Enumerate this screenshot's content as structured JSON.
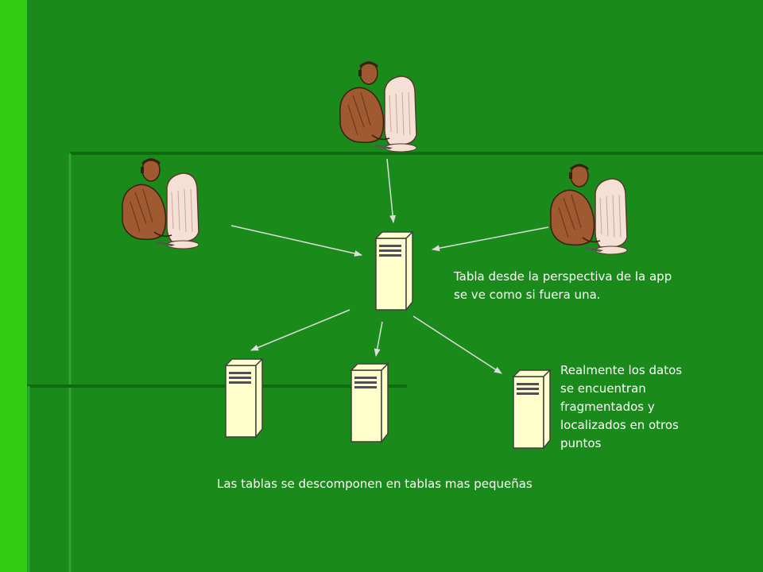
{
  "colors": {
    "background": "#1a8a1a",
    "left_stripe": "#33cc10",
    "panel_edge_dark": "#106b10",
    "panel_edge_light": "#2da82d",
    "server_face": "#ffffcc",
    "server_outline": "#404040",
    "person_skin": "#a05a32",
    "computer_body": "#f5e0d6",
    "arrow": "#dddddd",
    "text": "#ffffff"
  },
  "icons": {
    "user": "user-at-computer-icon",
    "server": "server-tower-icon"
  },
  "labels": {
    "main_table": "Tabla desde la perspectiva de la app\nse ve como si fuera una.",
    "fragments": "Realmente los datos\nse encuentran\nfragmentados y\nlocalizados en otros\npuntos",
    "bottom": "Las tablas se descomponen en tablas mas pequeñas"
  }
}
